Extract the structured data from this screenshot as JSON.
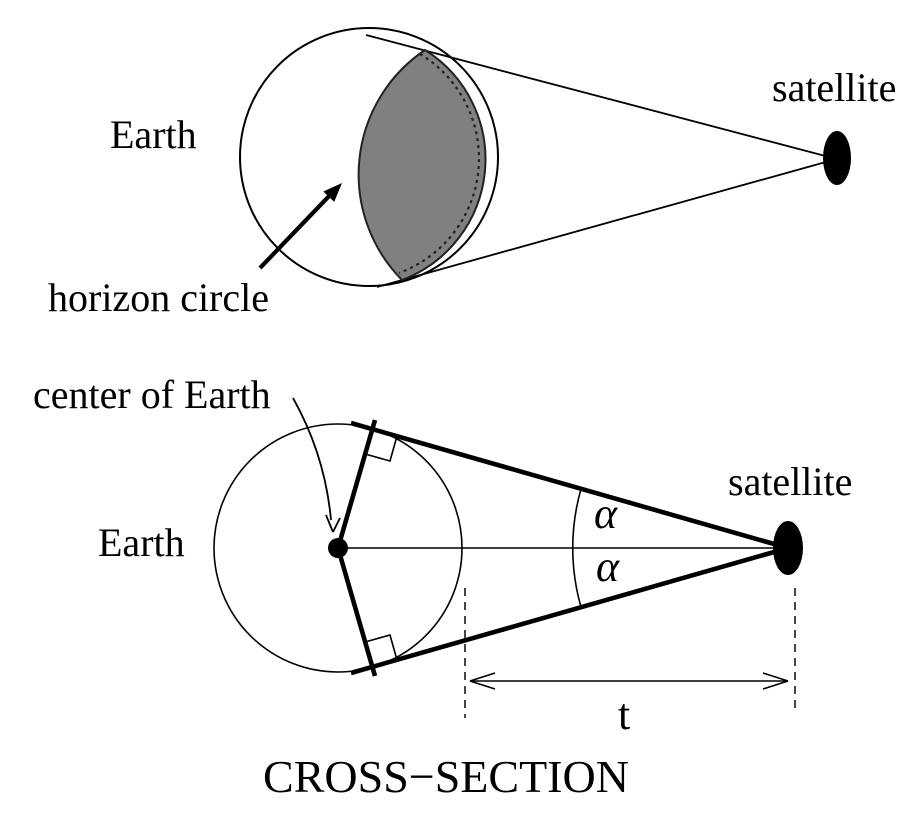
{
  "colors": {
    "ink": "#000000",
    "lens_fill": "#808080",
    "background": "#ffffff"
  },
  "top_view": {
    "earth": "Earth",
    "satellite": "satellite",
    "horizon": "horizon circle"
  },
  "cross_section": {
    "center_of_earth": "center of Earth",
    "earth": "Earth",
    "satellite": "satellite",
    "alpha_upper": "α",
    "alpha_lower": "α",
    "tangent_distance": "t",
    "caption": "CROSS−SECTION"
  }
}
